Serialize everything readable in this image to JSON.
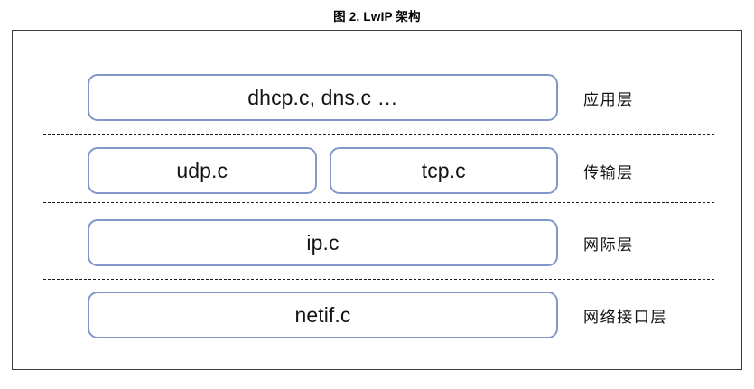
{
  "figure": {
    "caption": "图 2. LwIP 架构",
    "border_color": "#3a3a3a",
    "box_border_color": "#8197c9",
    "divider_color": "#1a1a1a"
  },
  "layers": [
    {
      "name": "应用层",
      "modules": [
        {
          "label": "dhcp.c, dns.c …"
        }
      ]
    },
    {
      "name": "传输层",
      "modules": [
        {
          "label": "udp.c"
        },
        {
          "label": "tcp.c"
        }
      ]
    },
    {
      "name": "网际层",
      "modules": [
        {
          "label": "ip.c"
        }
      ]
    },
    {
      "name": "网络接口层",
      "modules": [
        {
          "label": "netif.c"
        }
      ]
    }
  ]
}
